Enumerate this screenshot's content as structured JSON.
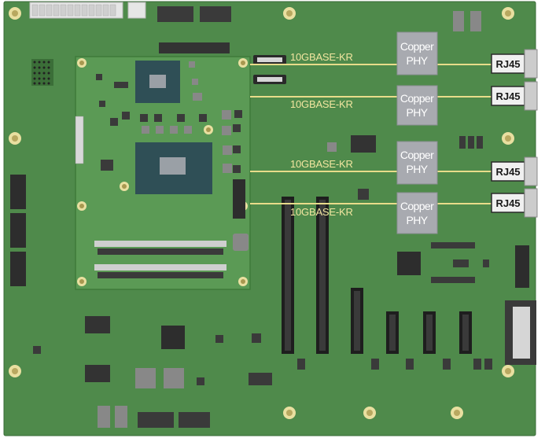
{
  "links": [
    {
      "kr_label": "10GBASE-KR",
      "phy_line1": "Copper",
      "phy_line2": "PHY",
      "jack_label": "RJ45"
    },
    {
      "kr_label": "10GBASE-KR",
      "phy_line1": "Copper",
      "phy_line2": "PHY",
      "jack_label": "RJ45"
    },
    {
      "kr_label": "10GBASE-KR",
      "phy_line1": "Copper",
      "phy_line2": "PHY",
      "jack_label": "RJ45"
    },
    {
      "kr_label": "10GBASE-KR",
      "phy_line1": "Copper",
      "phy_line2": "PHY",
      "jack_label": "RJ45"
    }
  ],
  "colors": {
    "carrier_board": "#4f8a4b",
    "module_board": "#5b9a55",
    "trace": "#e8dc8a",
    "phy_chip": "#a8aab0",
    "jack": "#f0f0f0",
    "chip_dark": "#2f4f56",
    "slot": "#2a2a2a",
    "mount_hole": "#e9dfa0"
  }
}
